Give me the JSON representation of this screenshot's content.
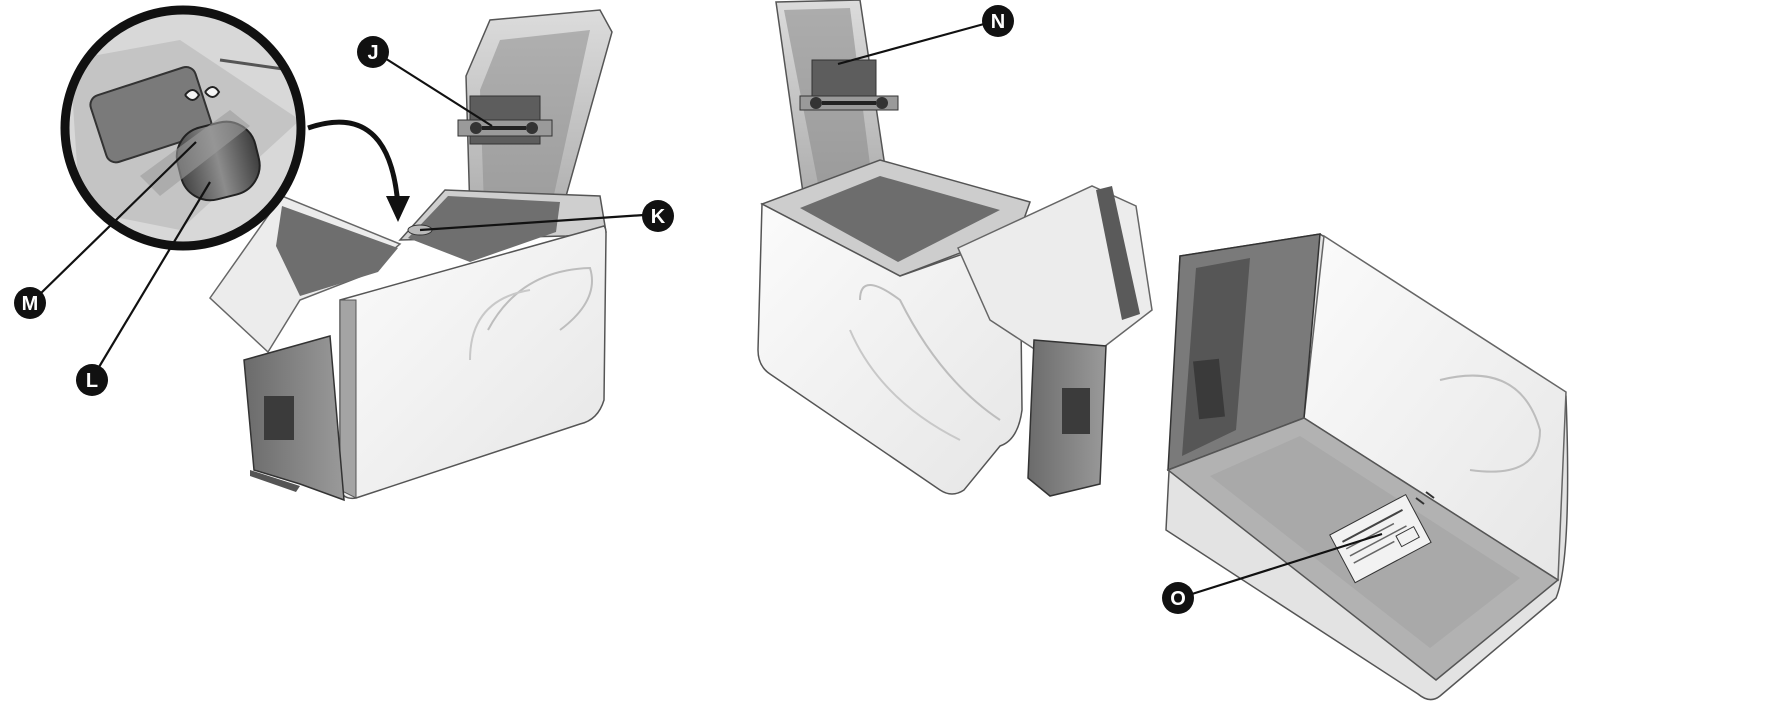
{
  "figure": {
    "callouts": [
      {
        "id": "J",
        "label": "J"
      },
      {
        "id": "K",
        "label": "K"
      },
      {
        "id": "L",
        "label": "L"
      },
      {
        "id": "M",
        "label": "M"
      },
      {
        "id": "N",
        "label": "N"
      },
      {
        "id": "O",
        "label": "O"
      }
    ],
    "colors": {
      "body_light": "#f1f1f1",
      "body_mid": "#d9d9d9",
      "body_dark": "#8a8a8a",
      "trim": "#5a5a5a",
      "ink": "#111111"
    }
  }
}
